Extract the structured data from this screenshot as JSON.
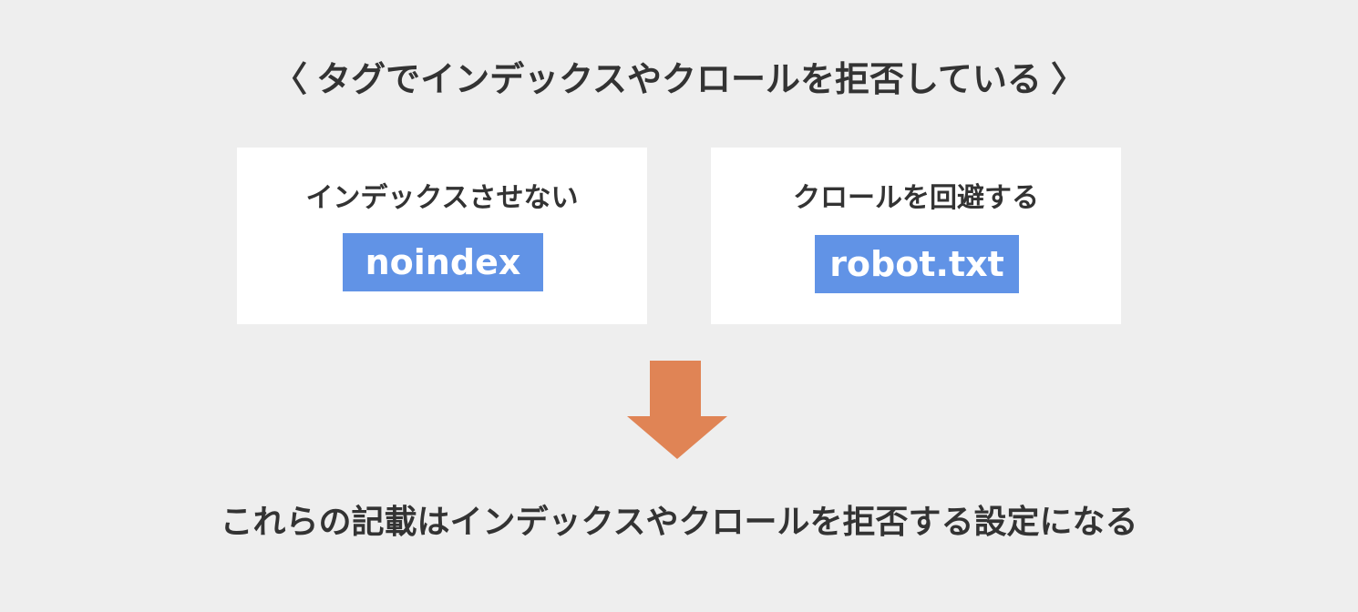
{
  "title": {
    "bracket_open": "〈",
    "text": "タグでインデックスやクロールを拒否している",
    "bracket_close": "〉"
  },
  "cards": [
    {
      "heading": "インデックスさせない",
      "tag": "noindex"
    },
    {
      "heading": "クロールを回避する",
      "tag": "robot.txt"
    }
  ],
  "conclusion": "これらの記載はインデックスやクロールを拒否する設定になる",
  "colors": {
    "background": "#eeeeee",
    "card": "#ffffff",
    "tag": "#6193e6",
    "arrow": "#e08455",
    "text": "#333333"
  },
  "icons": {
    "arrow": "down-arrow-icon"
  }
}
